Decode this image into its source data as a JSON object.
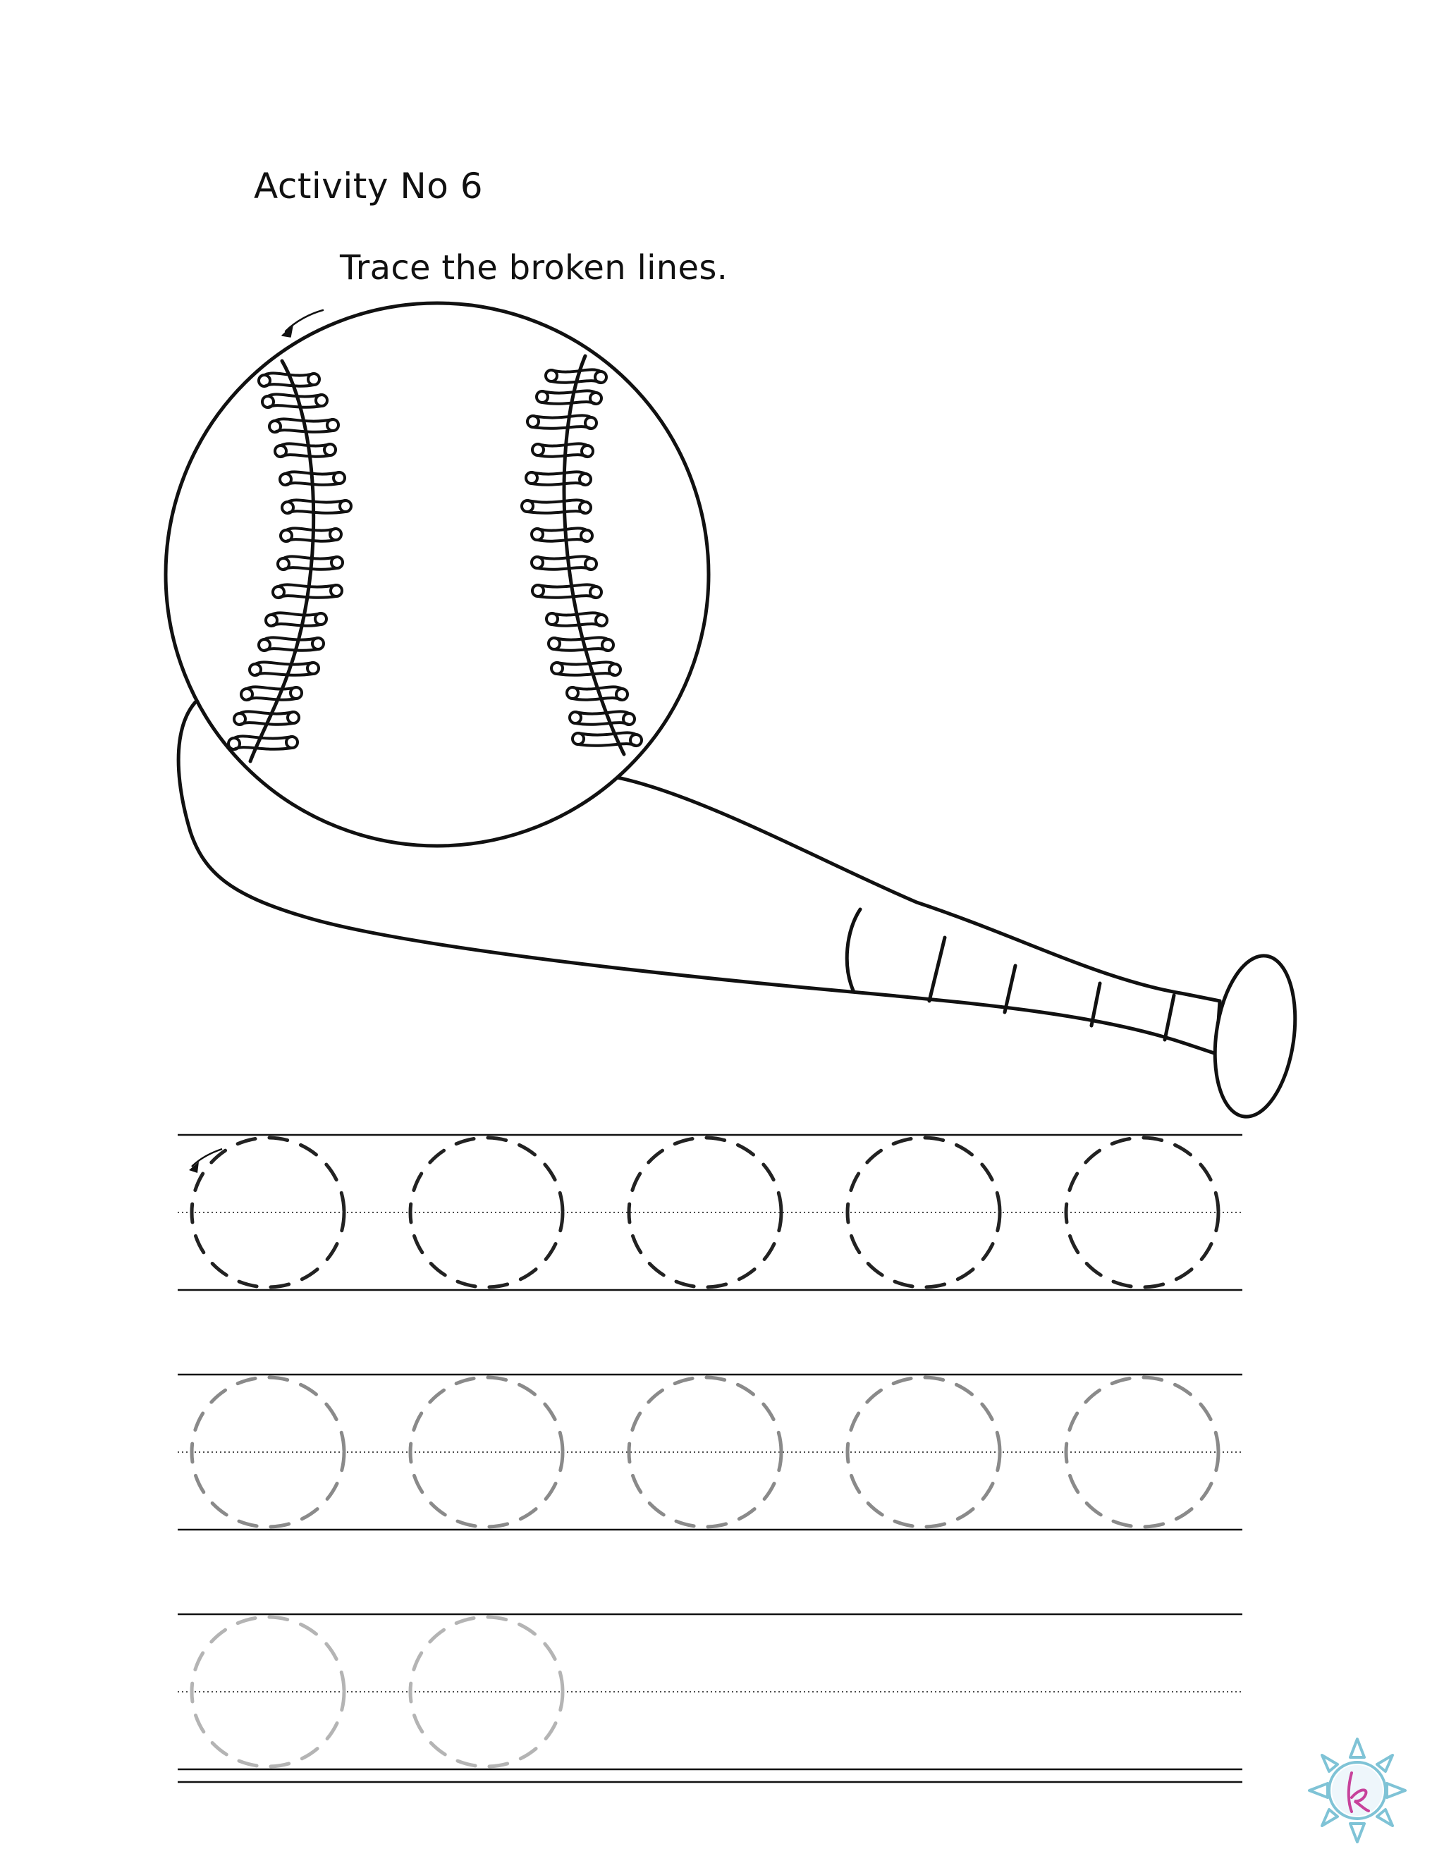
{
  "worksheet": {
    "title": "Activity No 6",
    "instruction": "Trace the broken lines."
  },
  "tracing_rows": [
    {
      "circles": 5,
      "stroke_color": "#222222"
    },
    {
      "circles": 5,
      "stroke_color": "#8a8a8a"
    },
    {
      "circles": 2,
      "stroke_color": "#b4b4b4"
    }
  ],
  "icons": {
    "illustration": "baseball-and-bat",
    "start_arrow": "curved-arrow-icon",
    "logo": "sun-logo-icon"
  },
  "colors": {
    "ink": "#111111",
    "logo_blue": "#7fc3d6",
    "logo_pink": "#c7429b"
  }
}
